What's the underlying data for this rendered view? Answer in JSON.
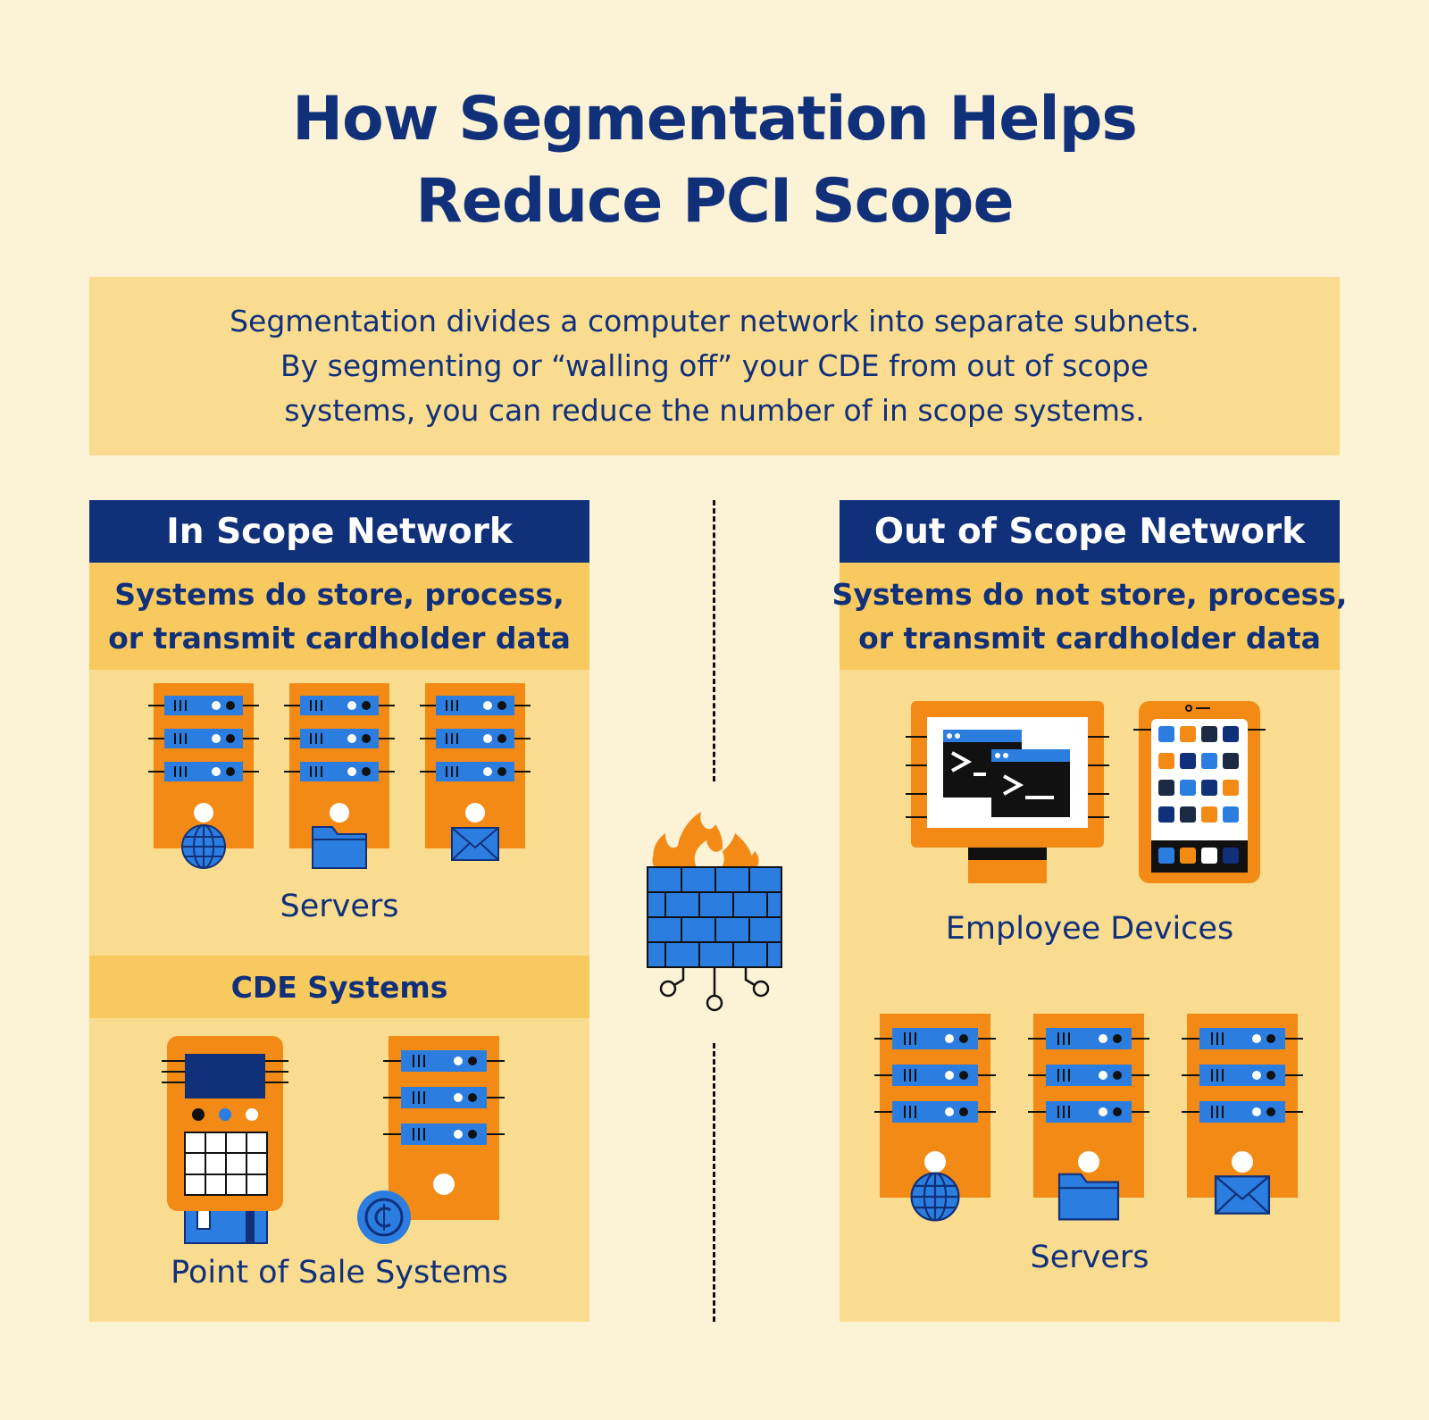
{
  "title": {
    "line1": "How Segmentation Helps",
    "line2": "Reduce PCI Scope"
  },
  "intro": {
    "line1": "Segmentation divides a computer network into separate subnets.",
    "line2": "By segmenting or “walling off” your CDE from out of scope",
    "line3": "systems, you can reduce the number of in scope systems."
  },
  "in_scope": {
    "header": "In Scope Network",
    "sub_line1": "Systems do store, process,",
    "sub_line2": "or transmit cardholder data",
    "servers_caption": "Servers",
    "cde_title": "CDE Systems",
    "pos_caption": "Point of Sale Systems"
  },
  "out_scope": {
    "header": "Out of Scope Network",
    "sub_line1": "Systems do not store, process,",
    "sub_line2": "or transmit cardholder data",
    "devices_caption": "Employee Devices",
    "servers_caption": "Servers"
  },
  "colors": {
    "navy": "#10307a",
    "orange": "#f28a15",
    "blue": "#2b7de0",
    "panel": "#f9dc8f",
    "band": "#f8c95e",
    "background": "#fcf2d6"
  }
}
